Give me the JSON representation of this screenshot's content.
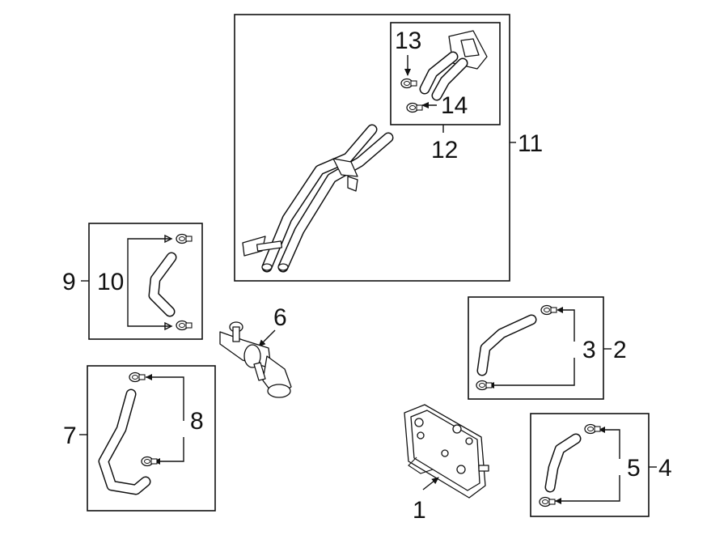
{
  "callouts": {
    "c1": "1",
    "c2": "2",
    "c3": "3",
    "c4": "4",
    "c5": "5",
    "c6": "6",
    "c7": "7",
    "c8": "8",
    "c9": "9",
    "c10": "10",
    "c11": "11",
    "c12": "12",
    "c13": "13",
    "c14": "14"
  },
  "parts": {
    "p1": "oil-cooler",
    "p2_3": "hose-with-clamps",
    "p4_5": "hose-with-clamps",
    "p6": "water-outlet-valve",
    "p7_8": "hose-with-clamps",
    "p9_10": "hose-with-clamps",
    "p11": "heater-pipe-assembly",
    "p12": "hose-connector-assembly",
    "p13": "hose-clamp",
    "p14": "hose-clamp"
  }
}
